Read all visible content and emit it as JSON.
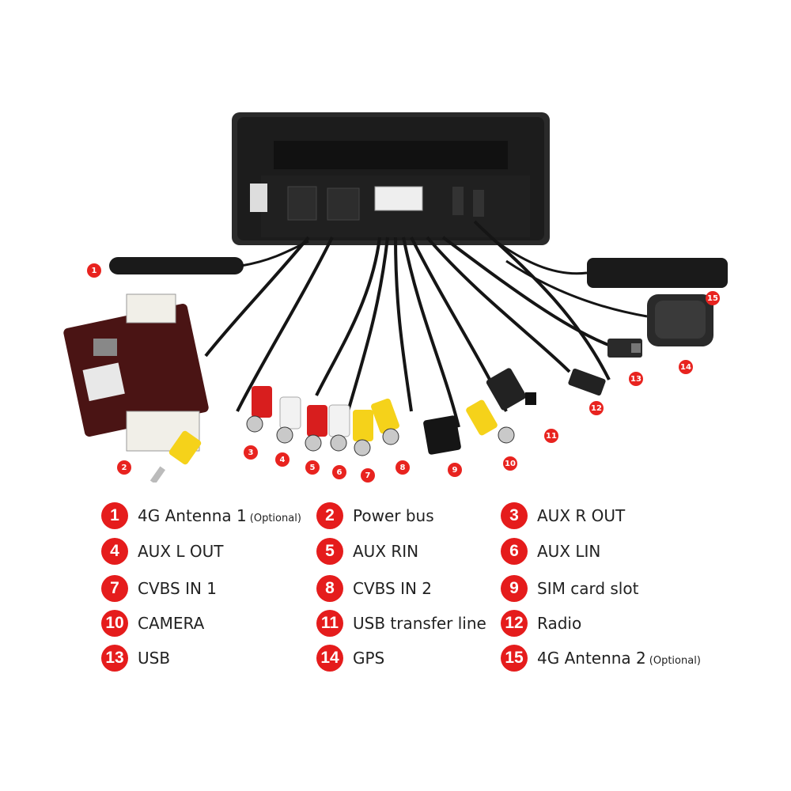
{
  "colors": {
    "badge": "#e51c1c",
    "text": "#222222",
    "cable": "#151515"
  },
  "photo_callouts": [
    "1",
    "2",
    "3",
    "4",
    "5",
    "6",
    "7",
    "8",
    "9",
    "10",
    "11",
    "12",
    "13",
    "14",
    "15"
  ],
  "legend": [
    {
      "num": "1",
      "label": "4G Antenna 1",
      "note": "(Optional)"
    },
    {
      "num": "2",
      "label": "Power bus",
      "note": ""
    },
    {
      "num": "3",
      "label": "AUX R OUT",
      "note": ""
    },
    {
      "num": "4",
      "label": "AUX L OUT",
      "note": ""
    },
    {
      "num": "5",
      "label": "AUX RIN",
      "note": ""
    },
    {
      "num": "6",
      "label": "AUX LIN",
      "note": ""
    },
    {
      "num": "7",
      "label": "CVBS IN 1",
      "note": ""
    },
    {
      "num": "8",
      "label": "CVBS IN 2",
      "note": ""
    },
    {
      "num": "9",
      "label": "SIM card slot",
      "note": ""
    },
    {
      "num": "10",
      "label": "CAMERA",
      "note": ""
    },
    {
      "num": "11",
      "label": "USB transfer line",
      "note": ""
    },
    {
      "num": "12",
      "label": "Radio",
      "note": ""
    },
    {
      "num": "13",
      "label": "USB",
      "note": ""
    },
    {
      "num": "14",
      "label": "GPS",
      "note": ""
    },
    {
      "num": "15",
      "label": "4G Antenna 2",
      "note": "(Optional)"
    }
  ]
}
